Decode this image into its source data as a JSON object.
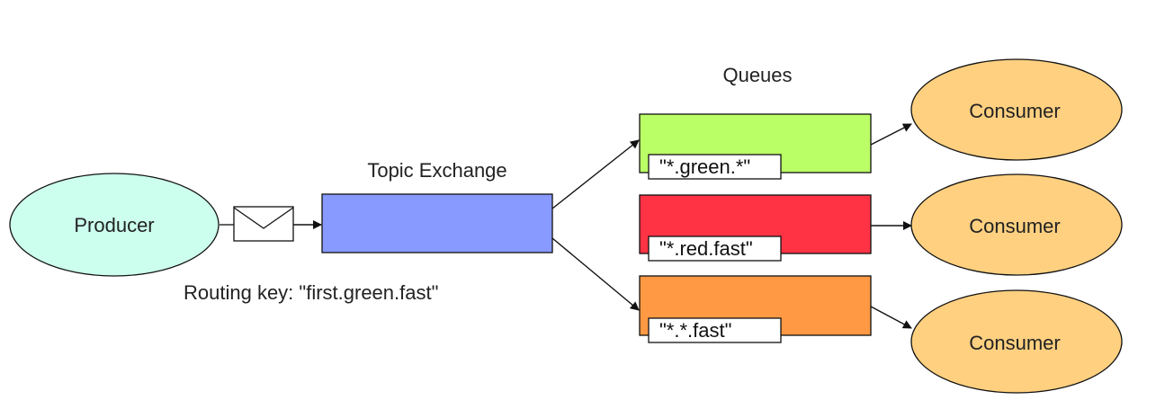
{
  "producer": {
    "label": "Producer",
    "color": "#CCFFEE"
  },
  "routing_key": {
    "label": "Routing key: \"first.green.fast\""
  },
  "exchange": {
    "title": "Topic Exchange",
    "color": "#8899FF"
  },
  "queues_title": "Queues",
  "queues": [
    {
      "binding_key": "\"*.green.*\"",
      "color": "#BBFF66"
    },
    {
      "binding_key": "\"*.red.fast\"",
      "color": "#FF3344"
    },
    {
      "binding_key": "\"*.*.fast\"",
      "color": "#FF9944"
    }
  ],
  "consumers": [
    {
      "label": "Consumer",
      "color": "#FFD080"
    },
    {
      "label": "Consumer",
      "color": "#FFD080"
    },
    {
      "label": "Consumer",
      "color": "#FFD080"
    }
  ],
  "message_icon": "envelope-icon"
}
